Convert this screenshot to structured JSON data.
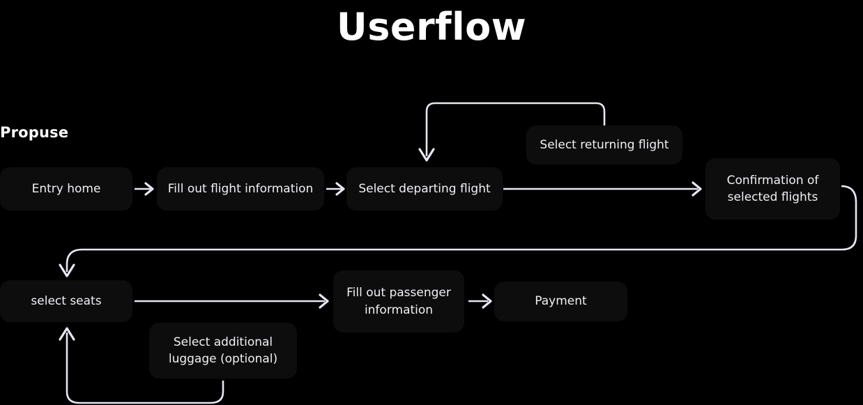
{
  "page": {
    "title": "Userflow",
    "background_color": "#000000",
    "node_color": "#0d0d0d",
    "text_color": "#f2f0f5",
    "connector_color": "#eae6f2"
  },
  "section": {
    "label": "Propuse"
  },
  "flow": {
    "nodes": [
      {
        "id": "entry-home",
        "label": "Entry home",
        "lines": [
          "Entry home"
        ]
      },
      {
        "id": "fill-flight-info",
        "label": "Fill out flight information",
        "lines": [
          "Fill out flight information"
        ]
      },
      {
        "id": "select-departing-flight",
        "label": "Select departing flight",
        "lines": [
          "Select departing flight"
        ]
      },
      {
        "id": "select-returning-flight",
        "label": "Select returning flight",
        "lines": [
          "Select returning flight"
        ]
      },
      {
        "id": "confirmation-selected-flights",
        "label": "Confirmation of selected flights",
        "lines": [
          "Confirmation of",
          "selected flights"
        ]
      },
      {
        "id": "select-seats",
        "label": "select seats",
        "lines": [
          "select seats"
        ]
      },
      {
        "id": "select-additional-luggage",
        "label": "Select additional luggage (optional)",
        "lines": [
          "Select  additional",
          "luggage (optional)"
        ]
      },
      {
        "id": "fill-passenger-info",
        "label": "Fill out passenger information",
        "lines": [
          "Fill out passenger",
          "information"
        ]
      },
      {
        "id": "payment",
        "label": "Payment",
        "lines": [
          "Payment"
        ]
      }
    ],
    "edges": [
      {
        "from": "entry-home",
        "to": "fill-flight-info",
        "style": "straight-arrow"
      },
      {
        "from": "fill-flight-info",
        "to": "select-departing-flight",
        "style": "straight-arrow"
      },
      {
        "from": "select-departing-flight",
        "to": "confirmation-selected-flights",
        "style": "straight-arrow"
      },
      {
        "from": "select-returning-flight",
        "to": "select-departing-flight",
        "style": "curved-loop-arrow"
      },
      {
        "from": "confirmation-selected-flights",
        "to": "select-seats",
        "style": "curved-wrap-arrow"
      },
      {
        "from": "select-seats",
        "to": "fill-passenger-info",
        "style": "straight-arrow"
      },
      {
        "from": "fill-passenger-info",
        "to": "payment",
        "style": "straight-arrow"
      },
      {
        "from": "select-additional-luggage",
        "to": "select-seats",
        "style": "curved-return-arrow"
      }
    ]
  }
}
